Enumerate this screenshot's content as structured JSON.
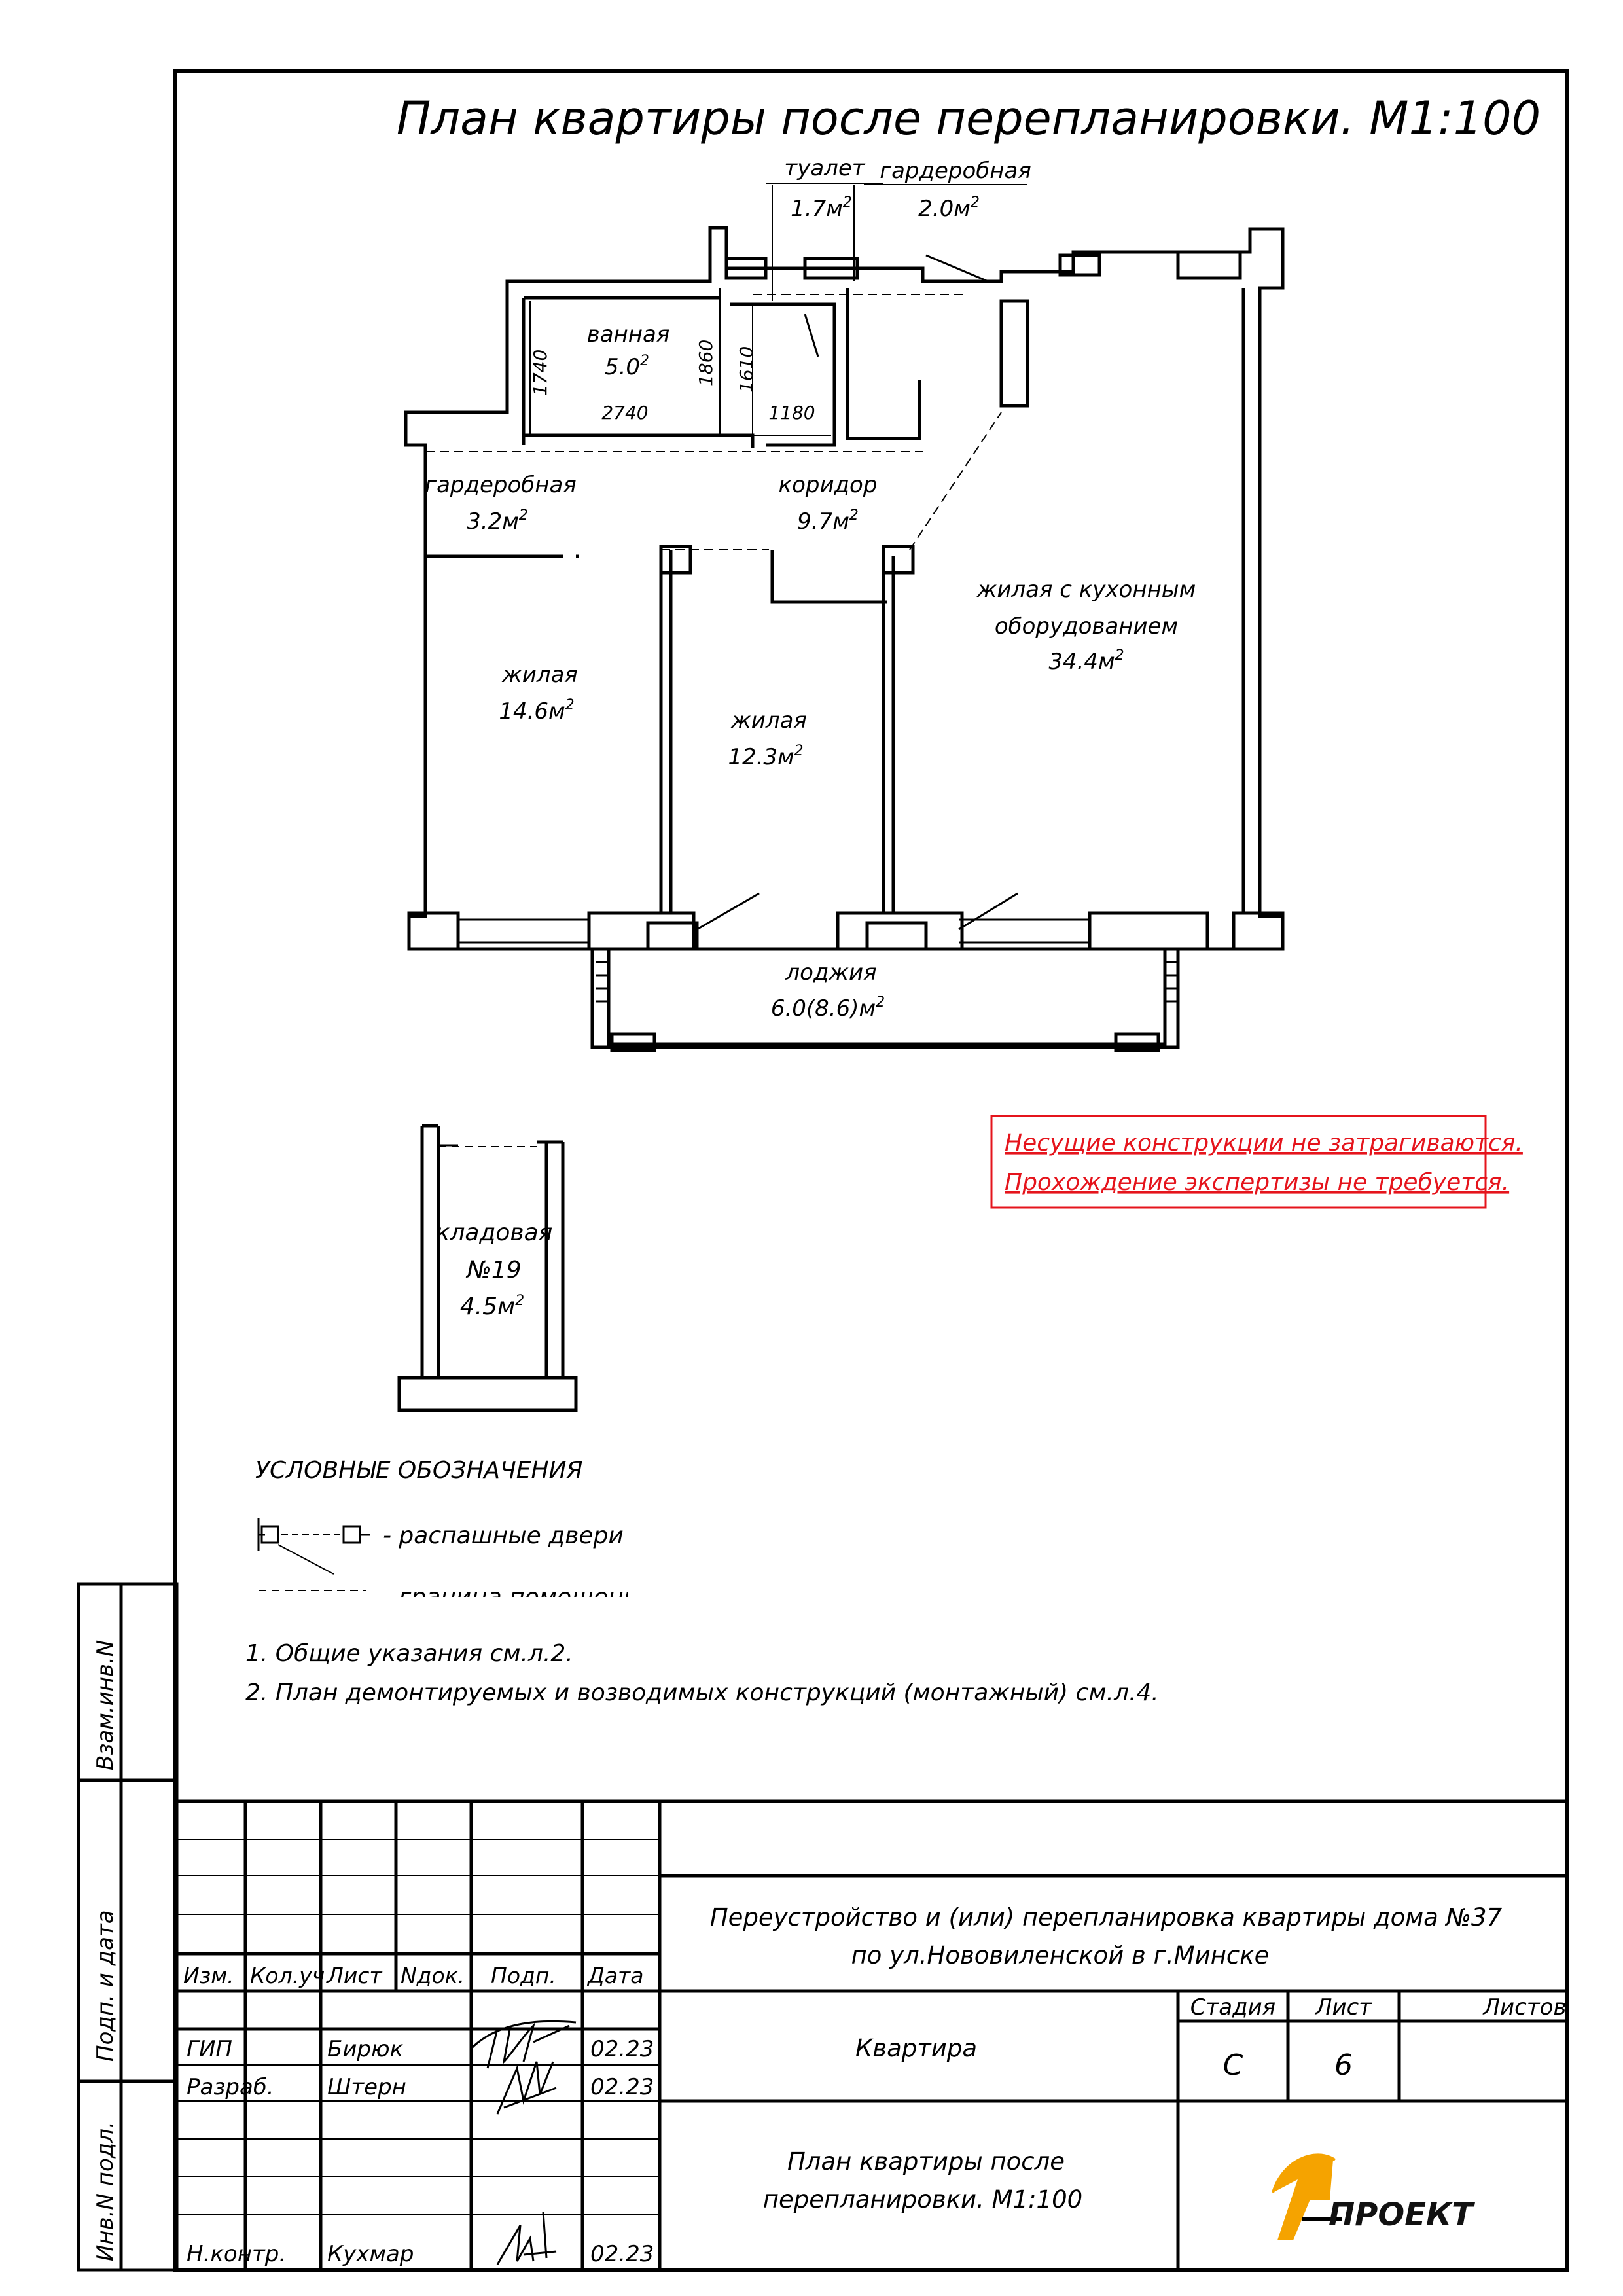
{
  "title": "План квартиры после перепланировки. М1:100",
  "plan": {
    "rooms": {
      "toilet": {
        "name": "туалет",
        "area": "1.7м",
        "sup": "2"
      },
      "wardrobe_top": {
        "name": "гардеробная",
        "area": "2.0м",
        "sup": "2"
      },
      "bath": {
        "name": "ванная",
        "area": "5.0",
        "sup": "2"
      },
      "wardrobe_left": {
        "name": "гардеробная",
        "area": "3.2м",
        "sup": "2"
      },
      "corridor": {
        "name": "коридор",
        "area": "9.7м",
        "sup": "2"
      },
      "living_kitchen": {
        "name1": "жилая с кухонным",
        "name2": "оборудованием",
        "area": "34.4м",
        "sup": "2"
      },
      "living_1": {
        "name": "жилая",
        "area": "14.6м",
        "sup": "2"
      },
      "living_2": {
        "name": "жилая",
        "area": "12.3м",
        "sup": "2"
      },
      "loggia": {
        "name": "лоджия",
        "area": "6.0(8.6)м",
        "sup": "2"
      },
      "storage": {
        "name": "кладовая",
        "number": "№19",
        "area": "4.5м",
        "sup": "2"
      }
    },
    "dimensions": {
      "bath_height": "1740",
      "bath_width": "2740",
      "bath_right": "1860",
      "toilet_height": "1610",
      "toilet_width": "1180"
    }
  },
  "notice": {
    "line1": "Несущие конструкции не затрагиваются.",
    "line2": "Прохождение экспертизы не требуется.",
    "color": "#e5141c"
  },
  "legend": {
    "heading": "УСЛОВНЫЕ ОБОЗНАЧЕНИЯ",
    "doors": "- распашные двери",
    "boundary": "- граница помещений"
  },
  "notes": [
    "1. Общие указания см.л.2.",
    "2. План демонтируемых и возводимых конструкций (монтажный) см.л.4."
  ],
  "side_stamp": {
    "vzam": "Взам.инв.N",
    "podp": "Подп. и дата",
    "inv": "Инв.N подл."
  },
  "title_block": {
    "project_line1": "Переустройство и (или) перепланировка квартиры дома №37",
    "project_line2": "по ул.Нововиленской в г.Минске",
    "object": "Квартира",
    "sheet_title_line1": "План квартиры после",
    "sheet_title_line2": "перепланировки. М1:100",
    "headers": {
      "izm": "Изм.",
      "kol": "Кол.уч.",
      "list": "Лист",
      "ndok": "Nдок.",
      "podp": "Подп.",
      "data": "Дата",
      "stadia": "Стадия",
      "list2": "Лист",
      "listov": "Листов"
    },
    "stage": "С",
    "sheet_no": "6",
    "sheet_count": "",
    "signers": [
      {
        "role": "ГИП",
        "name": "Бирюк",
        "date": "02.23"
      },
      {
        "role": "Разраб.",
        "name": "Штерн",
        "date": "02.23"
      },
      {
        "role": "Н.контр.",
        "name": "Кухмар",
        "date": "02.23"
      }
    ],
    "logo_text": "ПРОЕКТ",
    "logo_accent": "#f5a300"
  }
}
